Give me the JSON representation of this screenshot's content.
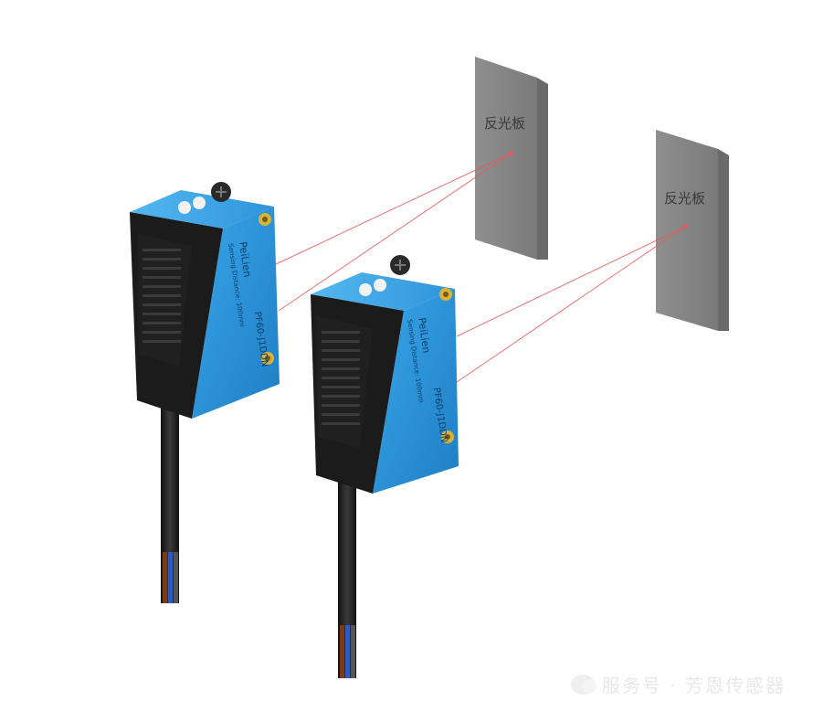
{
  "reflectors": [
    {
      "label": "反光板"
    },
    {
      "label": "反光板"
    }
  ],
  "sensors": [
    {
      "brand": "PeiLien",
      "model": "PF60-J1DDN",
      "sensing_text": "Sensing Distance: 100mm"
    },
    {
      "brand": "PeiLien",
      "model": "PF60-J1DDN",
      "sensing_text": "Sensing Distance: 100mm"
    }
  ],
  "watermark": {
    "text": "服务号 · 芳恩传感器"
  },
  "colors": {
    "sensor_body": "#2a8fd6",
    "sensor_dark": "#1a1a1a",
    "reflector": "#8b8b8b",
    "beam": "#e85a5a"
  }
}
